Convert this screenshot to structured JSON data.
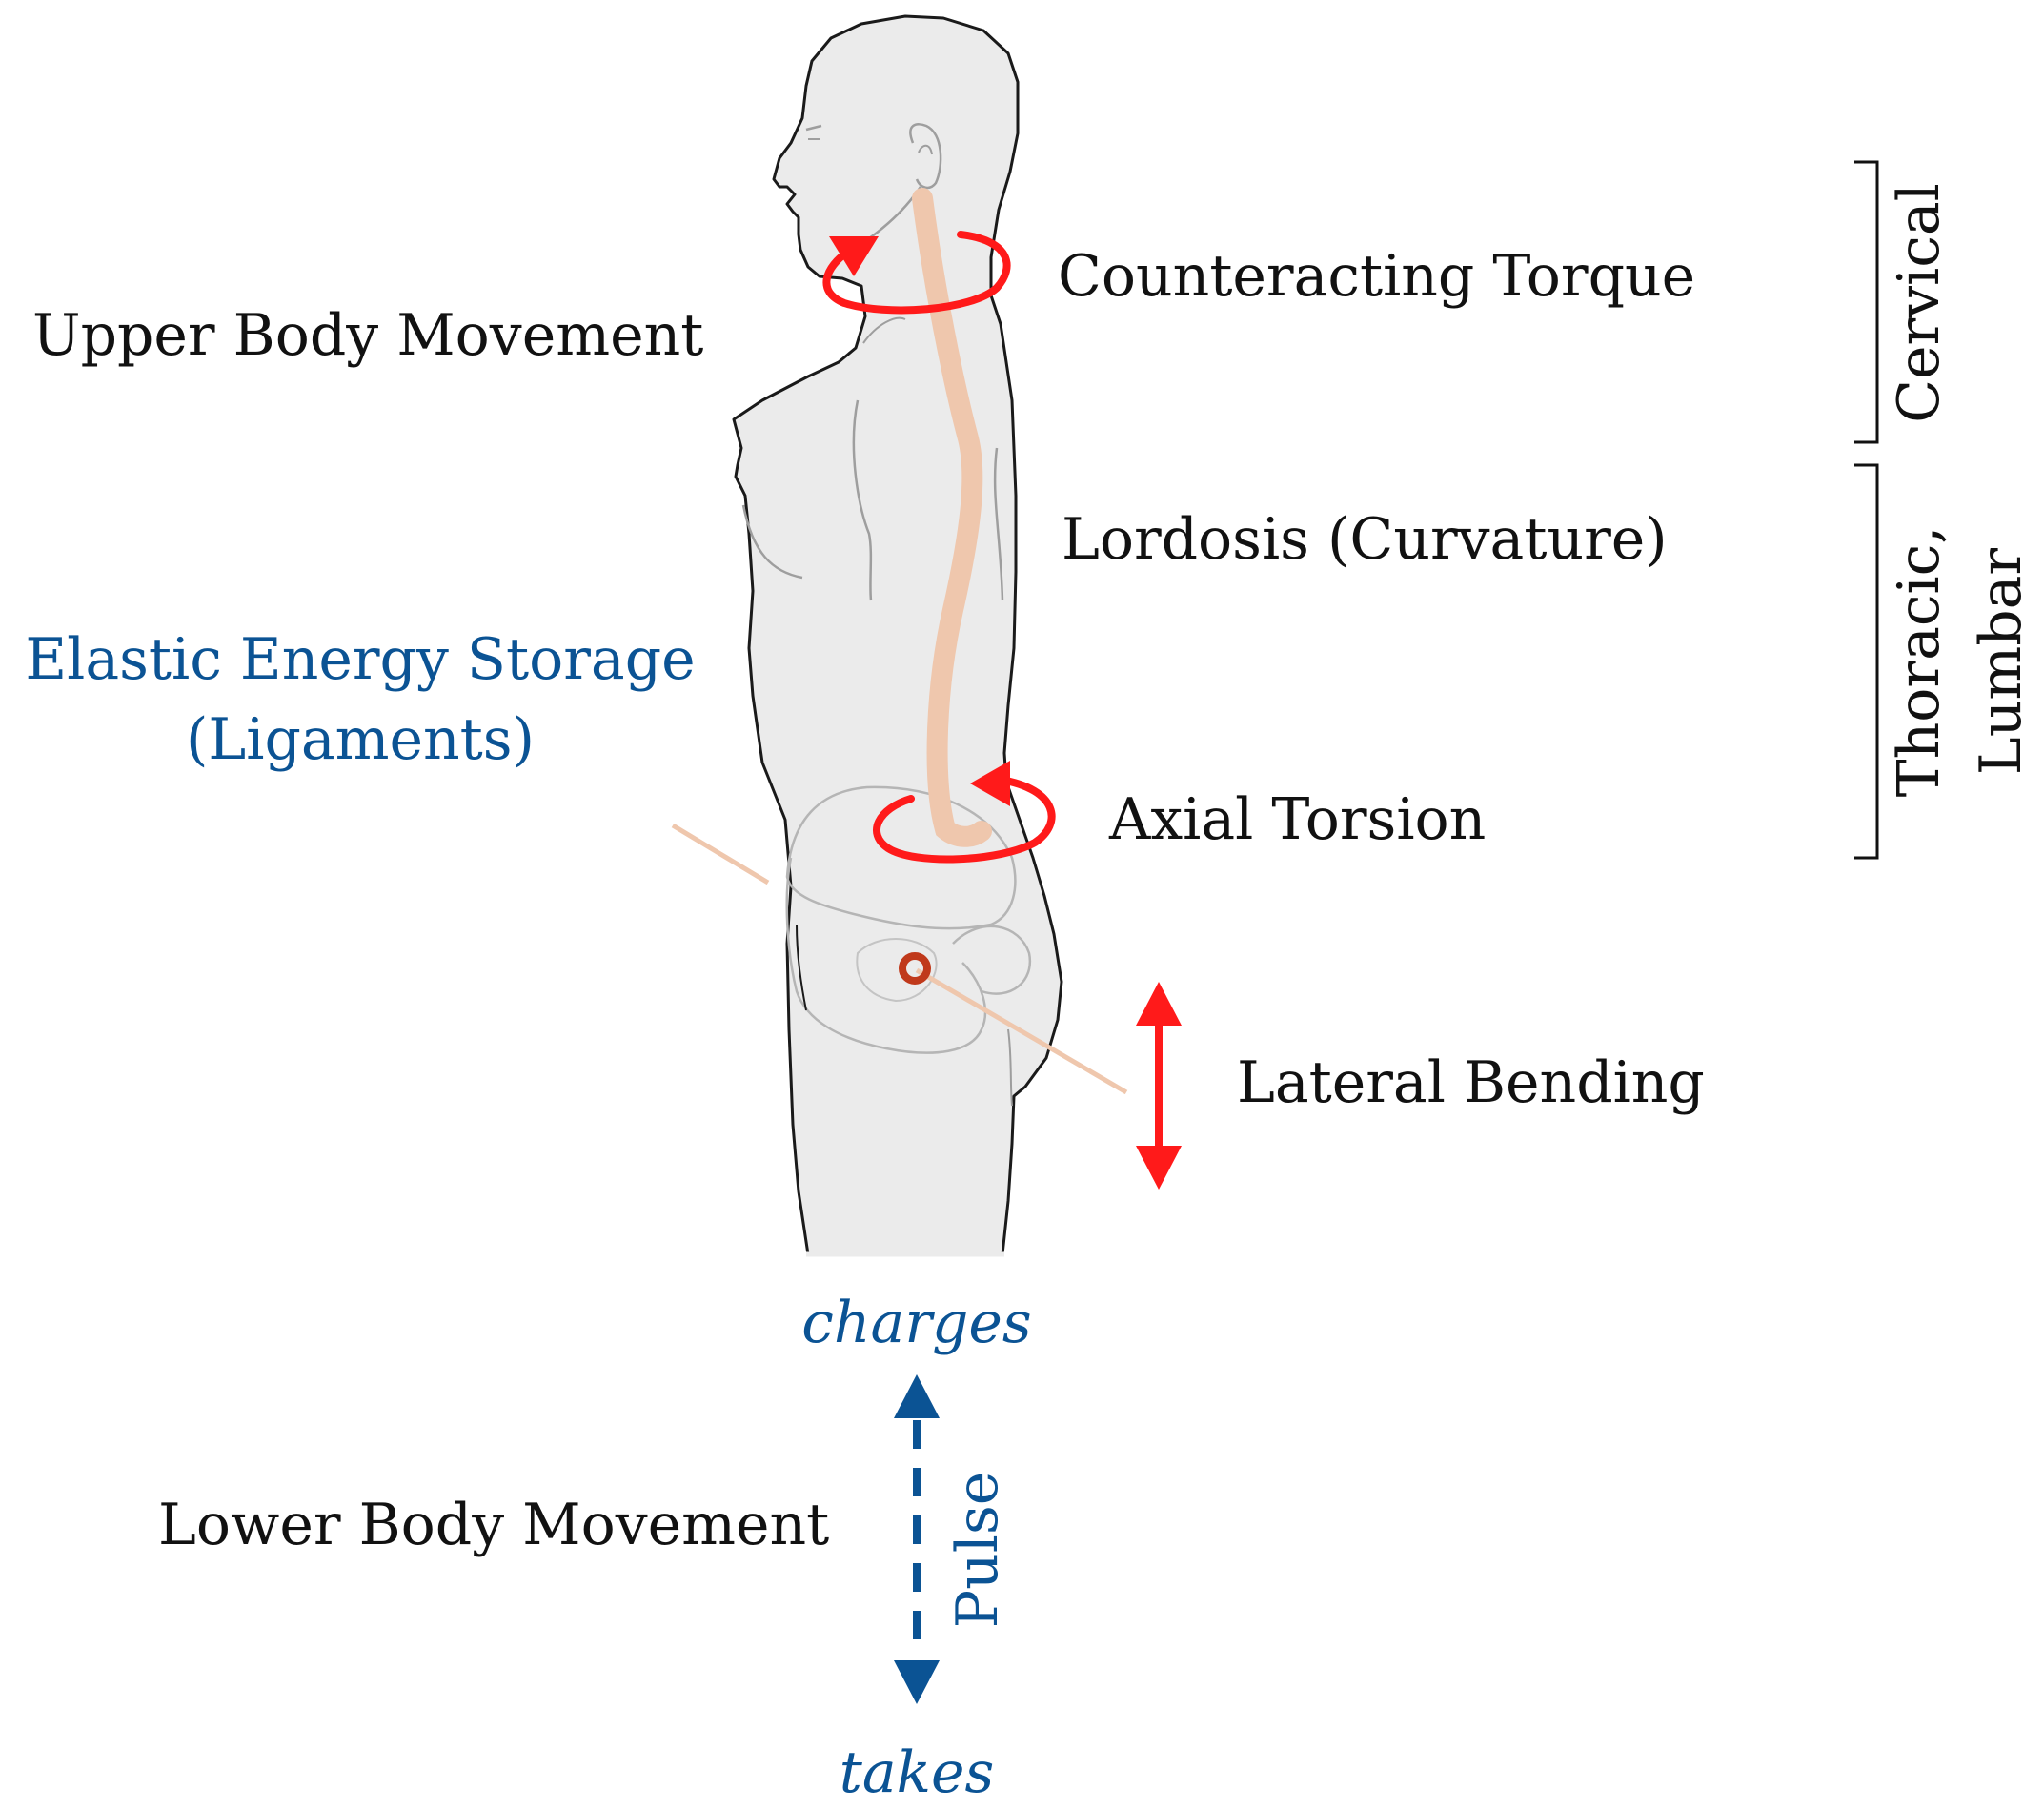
{
  "labels": {
    "upper_body": "Upper Body Movement",
    "counteracting_torque": "Counteracting Torque",
    "lordosis": "Lordosis (Curvature)",
    "elastic_line1": "Elastic Energy Storage",
    "elastic_line2": "(Ligaments)",
    "axial_torsion": "Axial Torsion",
    "lateral_bending": "Lateral Bending",
    "lower_body": "Lower Body Movement",
    "charges": "charges",
    "takes": "takes",
    "pulse": "Pulse",
    "cervical": "Cervical",
    "thoracic": "Thoracic,",
    "lumbar": "Lumbar"
  },
  "colors": {
    "body_fill": "#ebebeb",
    "body_outline": "#1a1a1a",
    "anatomy_lines": "#9e9e9e",
    "spine": "#efc7ad",
    "ligament_line": "#efc7ad",
    "torque_red": "#ff1a1a",
    "pulse_blue": "#0b5394",
    "hip_joint": "#c0391b",
    "text": "#111111"
  }
}
